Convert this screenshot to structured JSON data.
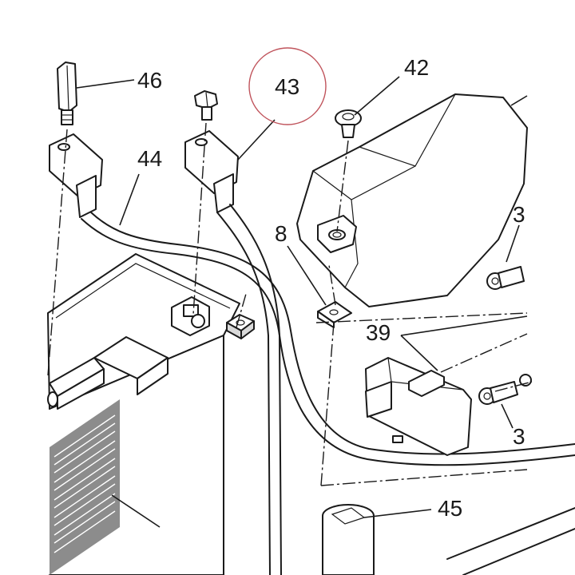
{
  "diagram": {
    "callouts": {
      "p46": "46",
      "p43": "43",
      "p42": "42",
      "p44": "44",
      "p8": "8",
      "p39": "39",
      "p45": "45",
      "p3a": "3",
      "p3b": "3"
    },
    "highlight_color": "#c0545c",
    "line_color": "#1a1a1a"
  }
}
